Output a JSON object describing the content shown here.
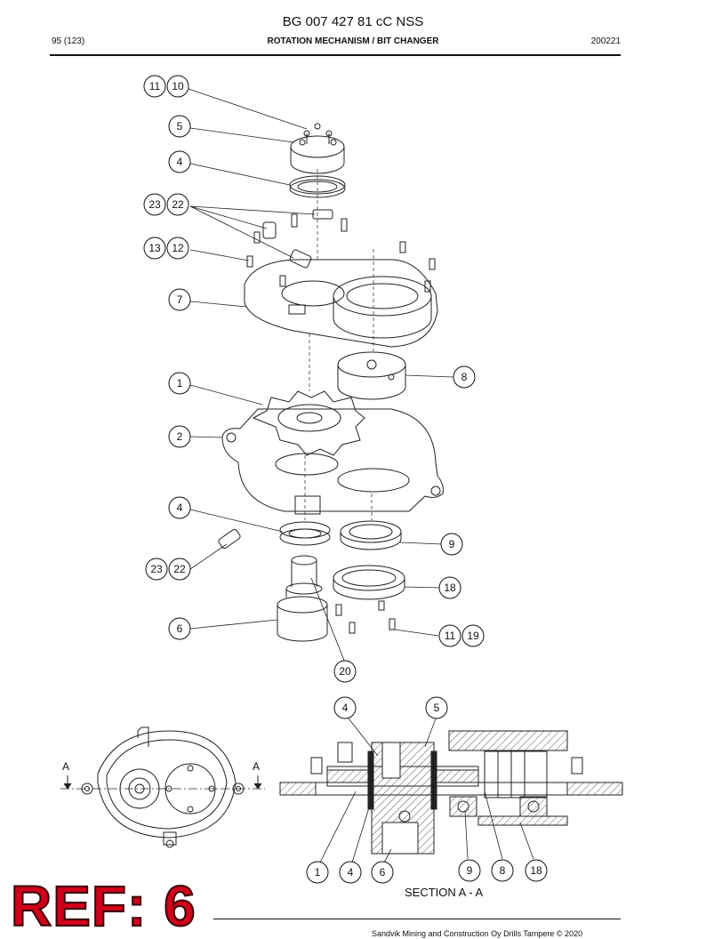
{
  "header": {
    "title": "BG 007 427 81 cC NSS",
    "page": "95 (123)",
    "section": "ROTATION MECHANISM / BIT CHANGER",
    "date": "200221"
  },
  "callouts": {
    "c11a": "11",
    "c10": "10",
    "c5": "5",
    "c4a": "4",
    "c23a": "23",
    "c22a": "22",
    "c13": "13",
    "c12": "12",
    "c7": "7",
    "c1a": "1",
    "c8a": "8",
    "c2": "2",
    "c4b": "4",
    "c9a": "9",
    "c23b": "23",
    "c22b": "22",
    "c18a": "18",
    "c6a": "6",
    "c11b": "11",
    "c19": "19",
    "c20": "20",
    "c4c": "4",
    "c5b": "5",
    "c1b": "1",
    "c4d": "4",
    "c6b": "6",
    "c9b": "9",
    "c8b": "8",
    "c18b": "18"
  },
  "section_marks": {
    "left": "A",
    "right": "A"
  },
  "section_label": "SECTION A - A",
  "ref_stamp": "REF: 6",
  "footer": "Sandvik Mining and Construction Oy Drills Tampere © 2020"
}
